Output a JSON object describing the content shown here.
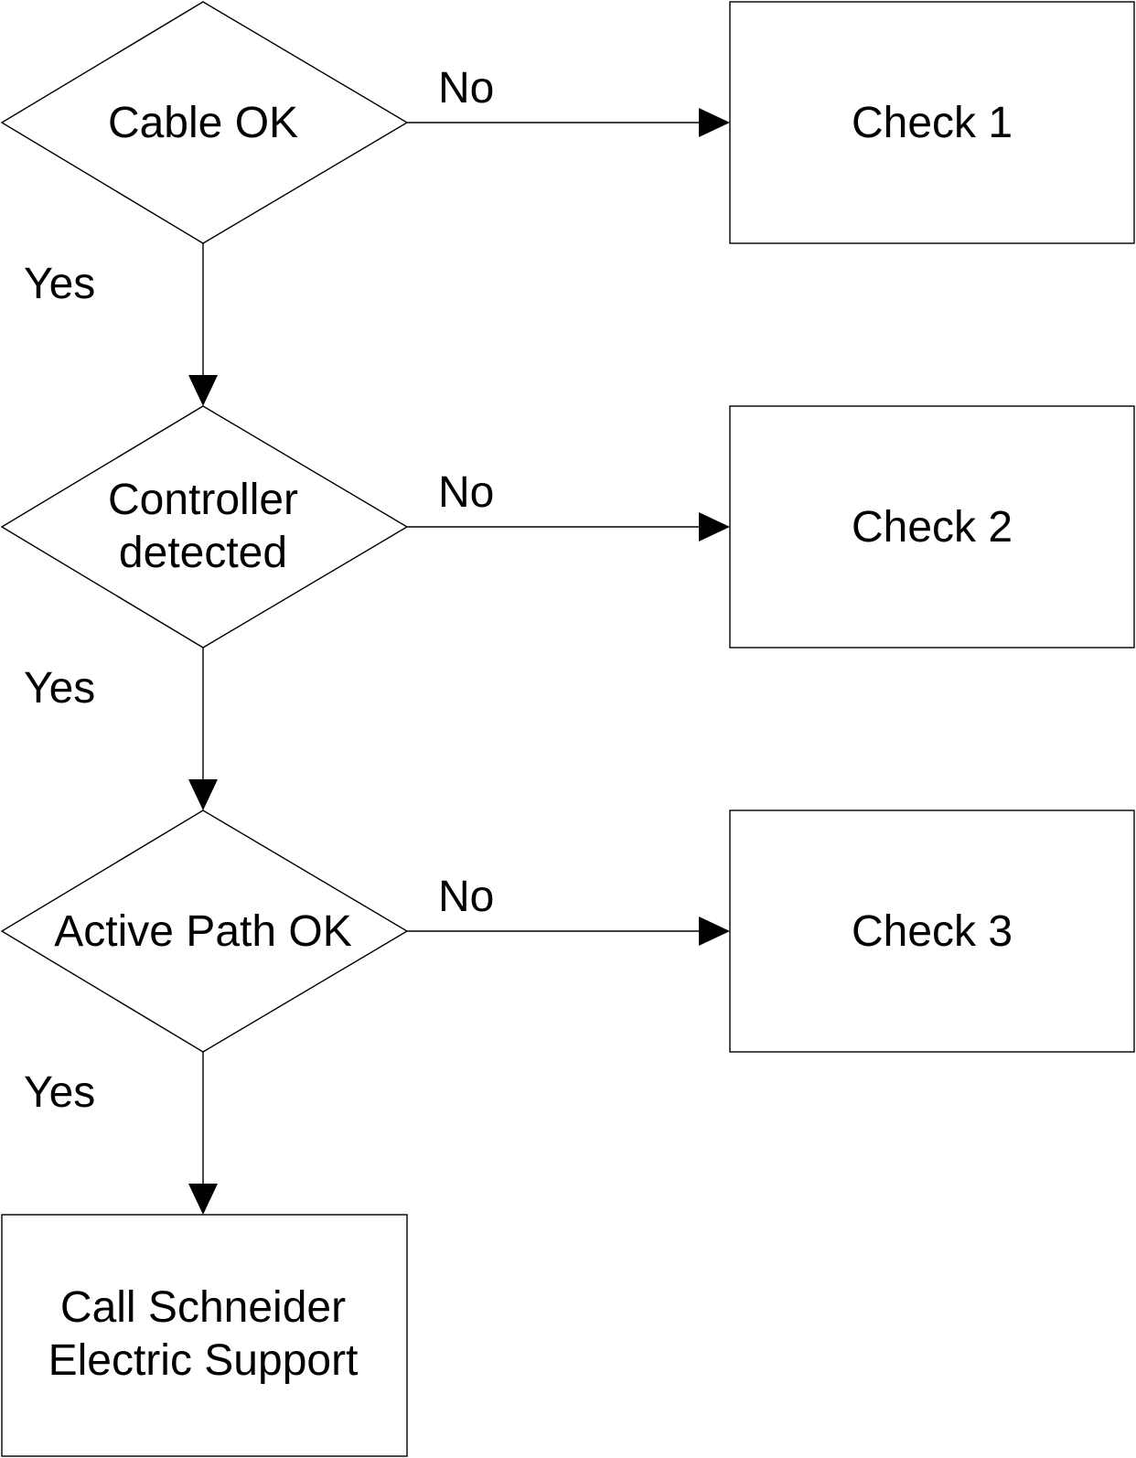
{
  "decisions": {
    "cable_ok": {
      "lines": [
        "Cable OK"
      ]
    },
    "controller_detected": {
      "lines": [
        "Controller",
        "detected"
      ]
    },
    "active_path_ok": {
      "lines": [
        "Active Path OK"
      ]
    }
  },
  "checks": {
    "check_1": {
      "lines": [
        "Check 1"
      ]
    },
    "check_2": {
      "lines": [
        "Check 2"
      ]
    },
    "check_3": {
      "lines": [
        "Check 3"
      ]
    }
  },
  "final_step": {
    "lines": [
      "Call Schneider",
      "Electric Support"
    ]
  },
  "edge_labels": {
    "no_1": "No",
    "no_2": "No",
    "no_3": "No",
    "yes_1": "Yes",
    "yes_2": "Yes",
    "yes_3": "Yes"
  }
}
